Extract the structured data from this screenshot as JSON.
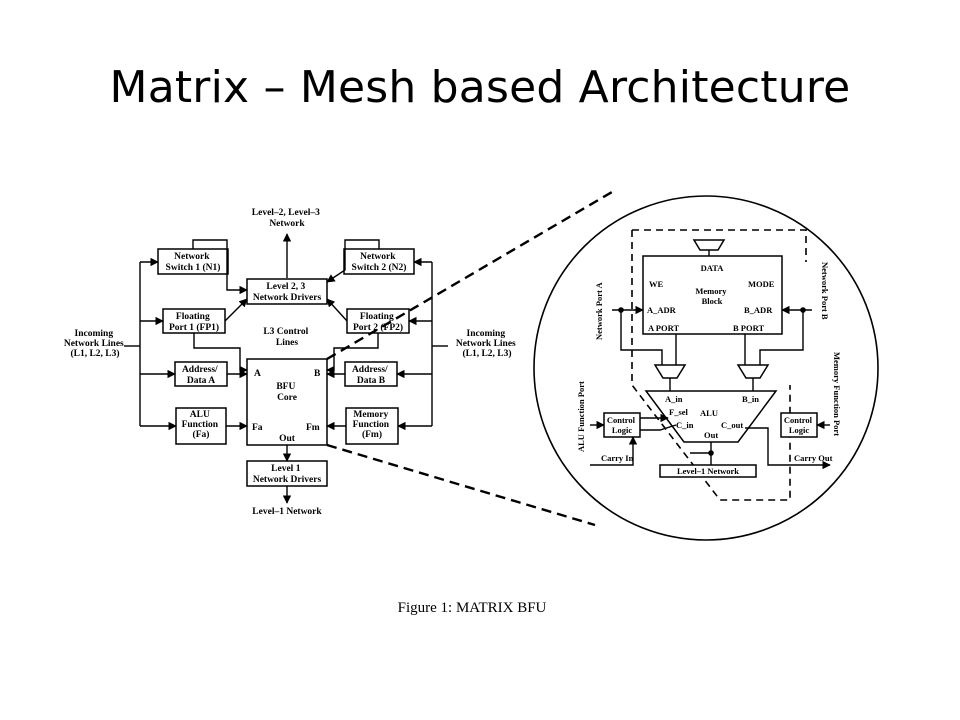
{
  "slide": {
    "title": "Matrix – Mesh based Architecture"
  },
  "figure": {
    "caption": "Figure 1: MATRIX BFU",
    "left": {
      "level23_network": [
        "Level–2, Level–3",
        "Network"
      ],
      "network_switch_1": [
        "Network",
        "Switch 1 (N1)"
      ],
      "network_switch_2": [
        "Network",
        "Switch 2 (N2)"
      ],
      "level23_drivers": [
        "Level 2, 3",
        "Network Drivers"
      ],
      "floating_port_1": [
        "Floating",
        "Port 1 (FP1)"
      ],
      "floating_port_2": [
        "Floating",
        "Port 2 (FP2)"
      ],
      "l3_control": [
        "L3 Control",
        "Lines"
      ],
      "incoming_left": [
        "Incoming",
        "Network Lines",
        "(L1, L2, L3)"
      ],
      "incoming_right": [
        "Incoming",
        "Network Lines",
        "(L1, L2, L3)"
      ],
      "address_a": [
        "Address/",
        "Data A"
      ],
      "address_b": [
        "Address/",
        "Data B"
      ],
      "bfu_core": [
        "BFU",
        "Core"
      ],
      "bfu_a": "A",
      "bfu_b": "B",
      "bfu_fa": "Fa",
      "bfu_fm": "Fm",
      "bfu_out": "Out",
      "alu_function": [
        "ALU",
        "Function",
        "(Fa)"
      ],
      "memory_function": [
        "Memory",
        "Function",
        "(Fm)"
      ],
      "level1_drivers": [
        "Level 1",
        "Network Drivers"
      ],
      "level1_network": "Level–1 Network"
    },
    "right": {
      "data": "DATA",
      "we": "WE",
      "mode": "MODE",
      "memory_block": [
        "Memory",
        "Block"
      ],
      "a_adr": "A_ADR",
      "b_adr": "B_ADR",
      "a_port": "A PORT",
      "b_port": "B PORT",
      "network_port_a": "Network Port A",
      "network_port_b": "Network Port B",
      "alu_function_port": "ALU Function Port",
      "memory_function_port": "Memory Function Port",
      "a_in": "A_in",
      "b_in": "B_in",
      "f_sel": "F_sel",
      "alu": "ALU",
      "c_in": "C_in",
      "c_out": "C_out",
      "out": "Out",
      "control_logic_left": [
        "Control",
        "Logic"
      ],
      "control_logic_right": [
        "Control",
        "Logic"
      ],
      "carry_in": "Carry In",
      "carry_out": "Carry Out",
      "level1_network": "Level–1 Network"
    }
  }
}
